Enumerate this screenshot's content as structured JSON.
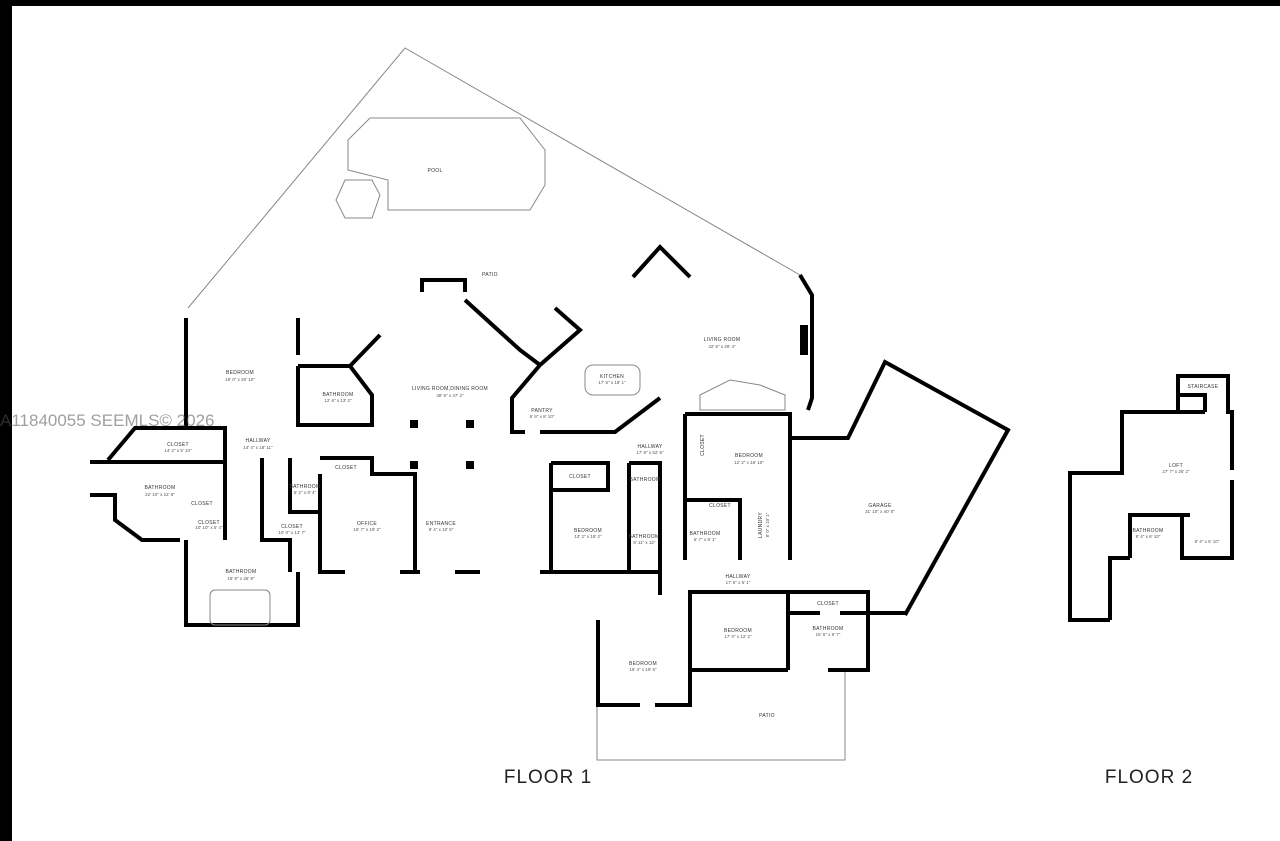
{
  "watermark": "A11840055  SEEMLS© 2026",
  "floors": [
    {
      "title": "FLOOR 1",
      "rooms": [
        {
          "label": "POOL",
          "dims": ""
        },
        {
          "label": "PATIO",
          "dims": ""
        },
        {
          "label": "BEDROOM",
          "dims": "19' 0\" x 20' 10\""
        },
        {
          "label": "BATHROOM",
          "dims": "12' 6\" x 13' 2\""
        },
        {
          "label": "LIVING ROOM,DINING ROOM",
          "dims": "38' 9\" x 47' 2\""
        },
        {
          "label": "KITCHEN",
          "dims": "17' 6\" x 18' 1\""
        },
        {
          "label": "PANTRY",
          "dims": "6' 9\" x 8' 10\""
        },
        {
          "label": "LIVING ROOM",
          "dims": "42' 6\" x 29' 4\""
        },
        {
          "label": "CLOSET",
          "dims": "14' 2\" x 5' 10\""
        },
        {
          "label": "HALLWAY",
          "dims": "14' 4\" x 18' 11\""
        },
        {
          "label": "BATHROOM",
          "dims": "22' 10\" x 12' 9\""
        },
        {
          "label": "CLOSET",
          "dims": ""
        },
        {
          "label": "CLOSET",
          "dims": "10' 10\" x 5' 4\""
        },
        {
          "label": "BATHROOM",
          "dims": "5' 2\" x 8' 4\""
        },
        {
          "label": "CLOSET",
          "dims": ""
        },
        {
          "label": "CLOSET",
          "dims": "10' 0\" x 13' 7\""
        },
        {
          "label": "OFFICE",
          "dims": "16' 7\" x 19' 2\""
        },
        {
          "label": "ENTRANCE",
          "dims": "8' 4\" x 10' 5\""
        },
        {
          "label": "BATHROOM",
          "dims": "18' 9\" x 26' 9\""
        },
        {
          "label": "HALLWAY",
          "dims": "17' 8\" x 52' 6\""
        },
        {
          "label": "CLOSET",
          "dims": ""
        },
        {
          "label": "BATHROOM",
          "dims": ""
        },
        {
          "label": "BEDROOM",
          "dims": "13' 2\" x 18' 2\""
        },
        {
          "label": "BATHROOM",
          "dims": "9' 11\" x 12'"
        },
        {
          "label": "CLOSET",
          "dims": ""
        },
        {
          "label": "BEDROOM",
          "dims": "12' 2\" x 16' 10\""
        },
        {
          "label": "CLOSET",
          "dims": ""
        },
        {
          "label": "BATHROOM",
          "dims": "6' 7\" x 8' 1\""
        },
        {
          "label": "LAUNDRY",
          "dims": "8' 0\" x 10' 1\""
        },
        {
          "label": "GARAGE",
          "dims": "31' 10\" x 40' 0\""
        },
        {
          "label": "HALLWAY",
          "dims": "17' 6\" x 5' 1\""
        },
        {
          "label": "CLOSET",
          "dims": ""
        },
        {
          "label": "BEDROOM",
          "dims": "17' 0\" x 12' 2\""
        },
        {
          "label": "BATHROOM",
          "dims": "15' 6\" x 9' 7\""
        },
        {
          "label": "BEDROOM",
          "dims": "15' 4\" x 19' 6\""
        },
        {
          "label": "PATIO",
          "dims": ""
        }
      ]
    },
    {
      "title": "FLOOR 2",
      "rooms": [
        {
          "label": "STAIRCASE",
          "dims": ""
        },
        {
          "label": "LOFT",
          "dims": "27' 7\" x 25' 2\""
        },
        {
          "label": "BATHROOM",
          "dims": "8' 4\" x 6' 10\""
        },
        {
          "label": "",
          "dims": "8' 4\" x 6' 10\""
        }
      ]
    }
  ]
}
